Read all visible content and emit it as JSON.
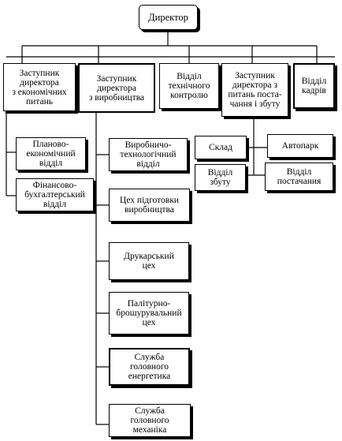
{
  "nodes": {
    "director": "Директор",
    "deputy_econ": "Заступник\nдиректора\nз економічних\nпитань",
    "deputy_prod": "Заступник\nдиректора\nз виробництва",
    "quality_dept": "Відділ\nтехнічного\nконтролю",
    "deputy_supply": "Заступник\nдиректора з\nпитань поста-\nчання і збуту",
    "hr_dept": "Відділ\nкадрів",
    "planning_dept": "Планово-\nекономічний\nвідділ",
    "finance_dept": "Фінансово-\nбухгалтерський\nвідділ",
    "tech_dept": "Виробничо-\nтехнологічний\nвідділ",
    "prep_shop": "Цех підготовки\nвиробництва",
    "print_shop": "Друкарський\nцех",
    "binding_shop": "Палітурно-\nброшурувальний\nцех",
    "power_service": "Служба\nголовного\nенергетика",
    "mech_service": "Служба\nголовного\nмеханіка",
    "warehouse": "Склад",
    "motor_depot": "Автопарк",
    "sales_dept": "Відділ\nзбуту",
    "supply_dept": "Відділ\nпостачання"
  }
}
